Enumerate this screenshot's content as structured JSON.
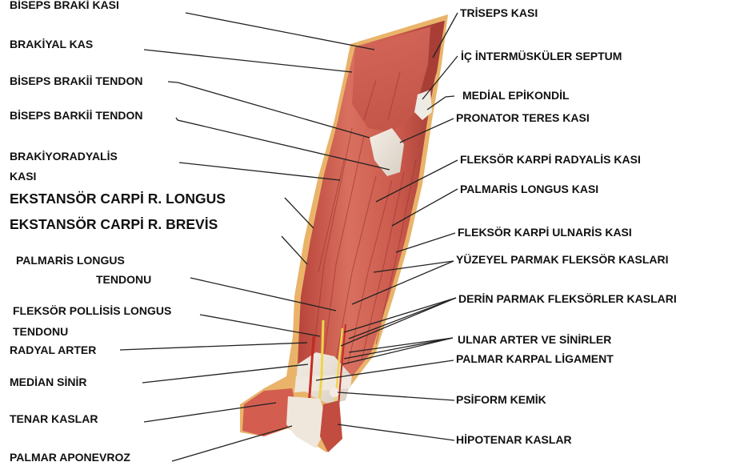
{
  "left_labels": [
    {
      "id": "biceps-brachii-muscle",
      "text": "BİSEPS BRAKİ KASI"
    },
    {
      "id": "brachialis-muscle",
      "text": "BRAKİYAL KAS"
    },
    {
      "id": "biceps-brachii-tendon-1",
      "text": "BİSEPS BRAKİİ TENDON"
    },
    {
      "id": "biceps-brachii-tendon-2",
      "text": "BİSEPS BARKİİ TENDON"
    },
    {
      "id": "brachioradialis-line1",
      "text": "BRAKİYORADYALİS"
    },
    {
      "id": "brachioradialis-line2",
      "text": "KASI"
    },
    {
      "id": "ecr-longus",
      "text": "EKSTANSÖR CARPİ R. LONGUS"
    },
    {
      "id": "ecr-brevis",
      "text": "EKSTANSÖR CARPİ R. BREVİS"
    },
    {
      "id": "palmaris-longus-tendon-line1",
      "text": "PALMARİS LONGUS"
    },
    {
      "id": "palmaris-longus-tendon-line2",
      "text": "TENDONU"
    },
    {
      "id": "fpl-tendon-line1",
      "text": "FLEKSÖR POLLİSİS LONGUS"
    },
    {
      "id": "fpl-tendon-line2",
      "text": "TENDONU"
    },
    {
      "id": "radial-artery",
      "text": "RADYAL ARTER"
    },
    {
      "id": "median-nerve",
      "text": "MEDİAN SİNİR"
    },
    {
      "id": "thenar-muscles",
      "text": "TENAR KASLAR"
    },
    {
      "id": "palmar-aponeurosis",
      "text": "PALMAR APONEVROZ"
    }
  ],
  "right_labels": [
    {
      "id": "triceps-muscle",
      "text": "TRİSEPS KASI"
    },
    {
      "id": "medial-intermuscular-septum",
      "text": "İÇ İNTERMÜSKÜLER SEPTUM"
    },
    {
      "id": "medial-epicondyle",
      "text": "MEDİAL EPİKONDİL"
    },
    {
      "id": "pronator-teres",
      "text": "PRONATOR TERES KASI"
    },
    {
      "id": "fcr-muscle",
      "text": "FLEKSÖR KARPİ RADYALİS KASI"
    },
    {
      "id": "palmaris-longus-muscle",
      "text": "PALMARİS LONGUS KASI"
    },
    {
      "id": "fcu-muscle",
      "text": "FLEKSÖR KARPİ ULNARİS KASI"
    },
    {
      "id": "fds-muscles",
      "text": "YÜZEYEL PARMAK FLEKSÖR KASLARI"
    },
    {
      "id": "fdp-muscles",
      "text": "DERİN PARMAK FLEKSÖRLER KASLARI"
    },
    {
      "id": "ulnar-artery-nerve",
      "text": "ULNAR ARTER VE SİNİRLER"
    },
    {
      "id": "palmar-carpal-ligament",
      "text": "PALMAR KARPAL LİGAMENT"
    },
    {
      "id": "pisiform-bone",
      "text": "PSİFORM KEMİK"
    },
    {
      "id": "hypothenar-muscles",
      "text": "HİPOTENAR KASLAR"
    }
  ]
}
